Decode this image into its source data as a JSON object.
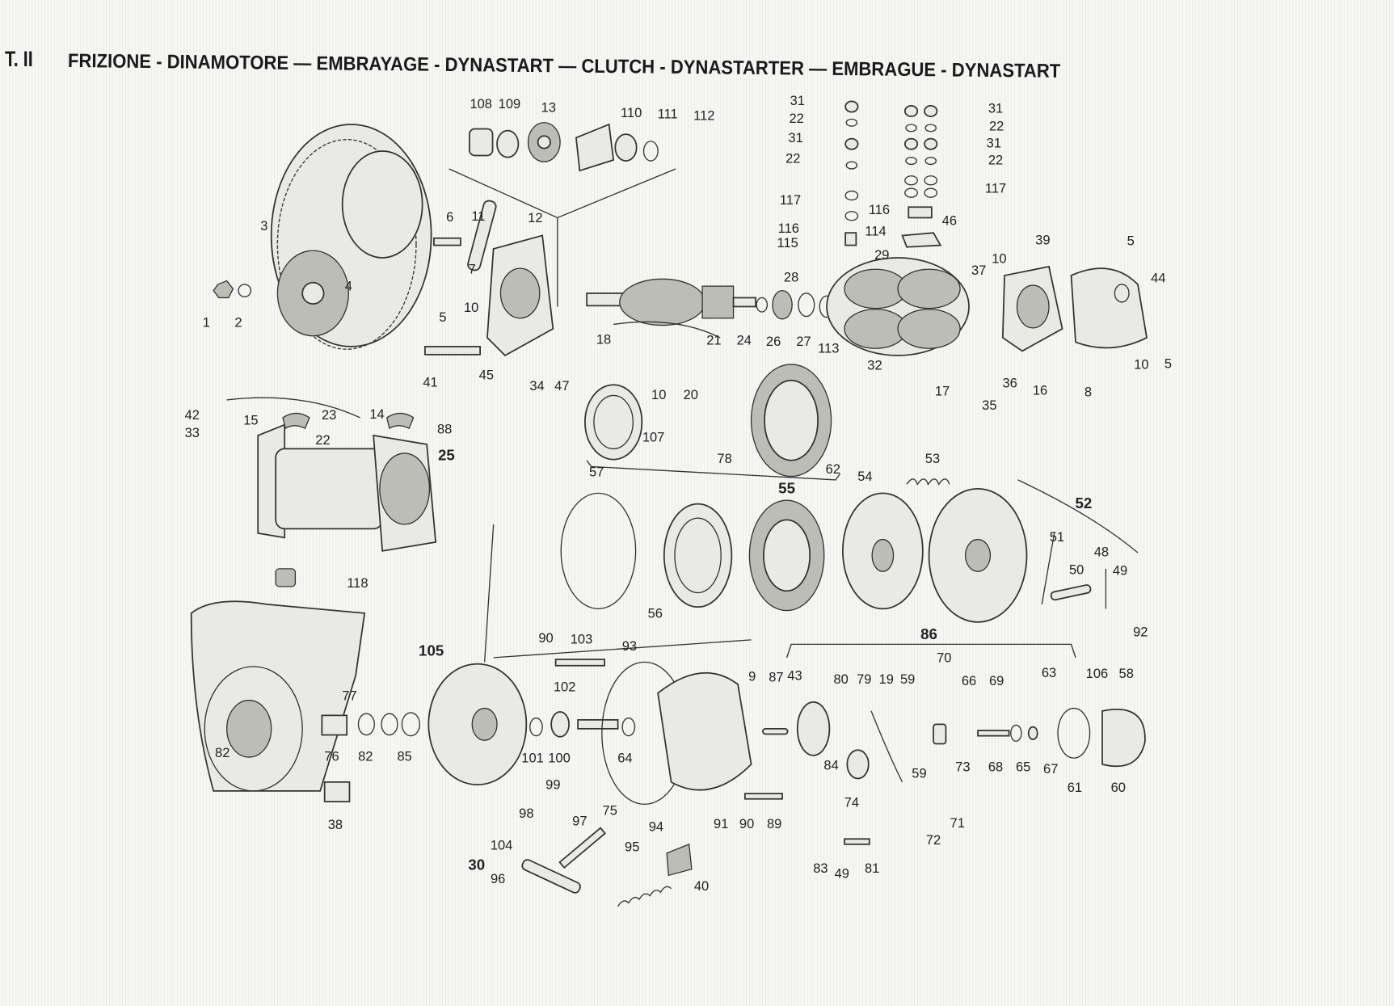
{
  "plate_number": "T. II",
  "title": "FRIZIONE - DINAMOTORE — EMBRAYAGE - DYNASTART — CLUTCH - DYNASTARTER — EMBRAGUE - DYNASTART",
  "part_labels": [
    "108",
    "109",
    "13",
    "110",
    "111",
    "112",
    "31",
    "22",
    "31",
    "22",
    "31",
    "22",
    "31",
    "22",
    "117",
    "117",
    "116",
    "115",
    "116",
    "114",
    "46",
    "29",
    "28",
    "37",
    "10",
    "39",
    "5",
    "44",
    "10",
    "5",
    "8",
    "16",
    "36",
    "35",
    "17",
    "32",
    "113",
    "27",
    "26",
    "24",
    "21",
    "18",
    "10",
    "20",
    "3",
    "4",
    "1",
    "2",
    "6",
    "11",
    "12",
    "7",
    "10",
    "5",
    "41",
    "45",
    "34",
    "47",
    "42",
    "33",
    "15",
    "23",
    "14",
    "22",
    "88",
    "25",
    "107",
    "78",
    "62",
    "53",
    "54",
    "55",
    "57",
    "52",
    "51",
    "50",
    "48",
    "49",
    "92",
    "56",
    "118",
    "105",
    "86",
    "70",
    "90",
    "103",
    "93",
    "9",
    "87",
    "43",
    "80",
    "79",
    "19",
    "59",
    "66",
    "69",
    "63",
    "106",
    "58",
    "102",
    "77",
    "82",
    "76",
    "82",
    "85",
    "101",
    "100",
    "64",
    "84",
    "73",
    "68",
    "65",
    "67",
    "59",
    "61",
    "60",
    "99",
    "74",
    "75",
    "98",
    "97",
    "91",
    "90",
    "89",
    "94",
    "71",
    "72",
    "38",
    "104",
    "30",
    "96",
    "95",
    "40",
    "83",
    "49",
    "81"
  ],
  "bold_labels": [
    "55",
    "52",
    "105",
    "86",
    "30",
    "25"
  ]
}
